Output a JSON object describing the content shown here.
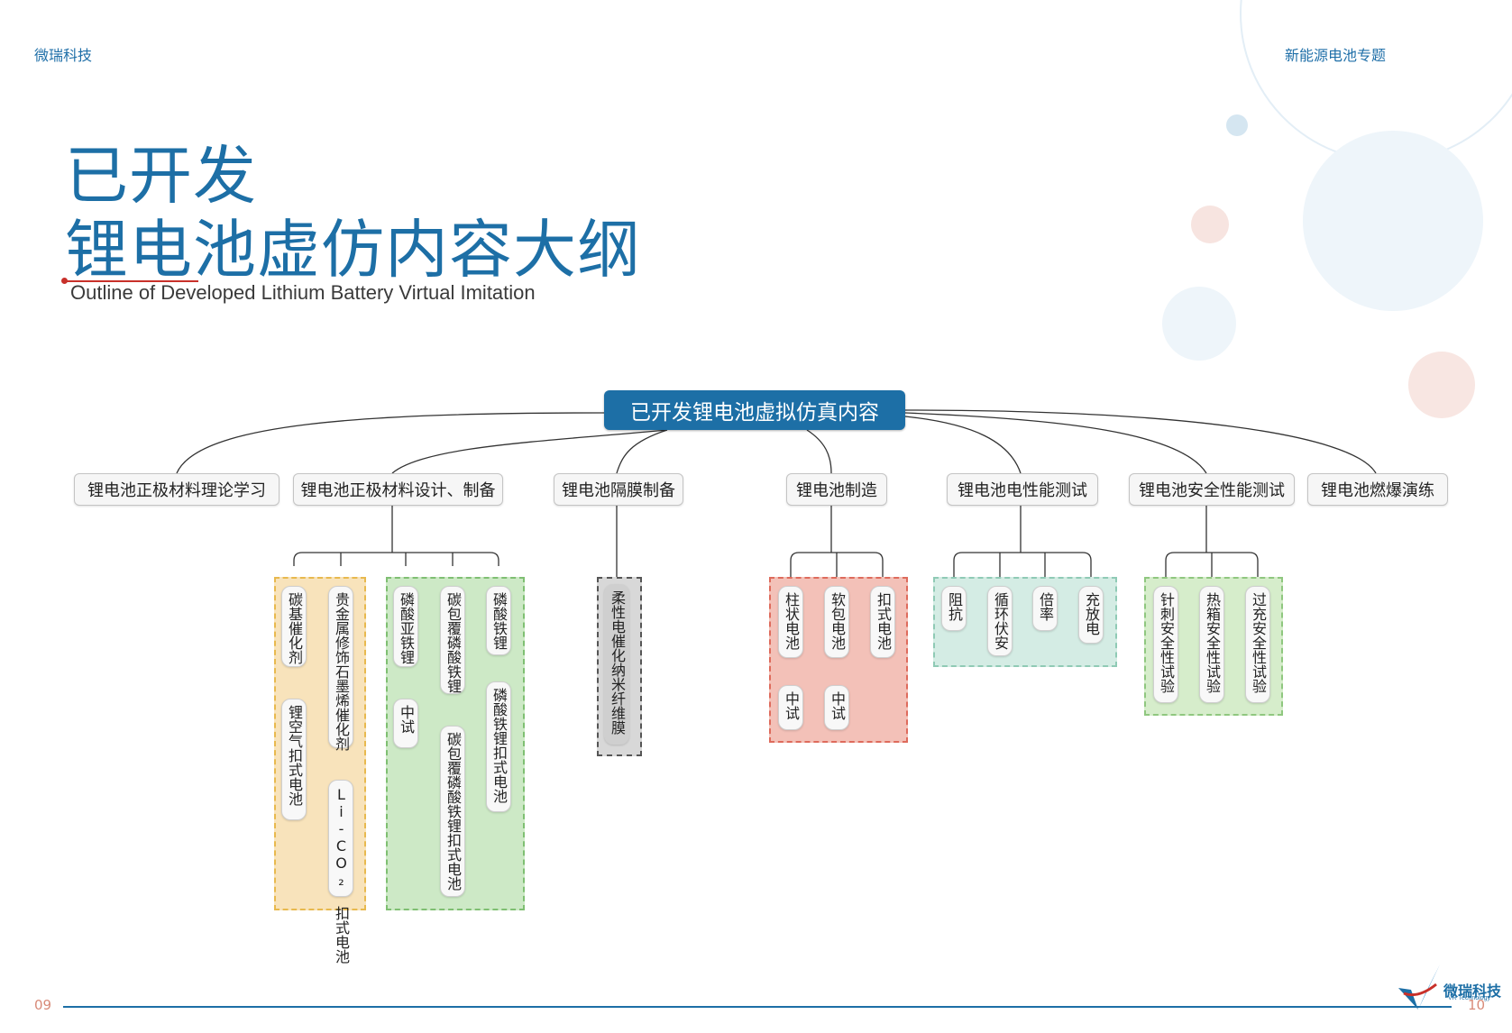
{
  "header": {
    "brand": "微瑞科技",
    "topic": "新能源电池专题"
  },
  "title": {
    "line1": "已开发",
    "line2": "锂电池虚仿内容大纲",
    "subtitle": "Outline of Developed Lithium Battery Virtual Imitation"
  },
  "diagram": {
    "root": "已开发锂电池虚拟仿真内容",
    "categories": [
      "锂电池正极材料理论学习",
      "锂电池正极材料设计、制备",
      "锂电池隔膜制备",
      "锂电池制造",
      "锂电池电性能测试",
      "锂电池安全性能测试",
      "锂电池燃爆演练"
    ],
    "leaves": {
      "c1": "碳基催化剂",
      "c1b": "锂空气扣式电池",
      "c2": "贵金属修饰石墨烯催化剂",
      "c2b": "Li-CO₂ 扣式电池",
      "c3": "磷酸亚铁锂",
      "c3b": "中试",
      "c4": "碳包覆磷酸铁锂",
      "c4b": "碳包覆磷酸铁锂扣式电池",
      "c5": "磷酸铁锂",
      "c5b": "磷酸铁锂扣式电池",
      "s1": "柔性电催化纳米纤维膜",
      "m1": "柱状电池",
      "m1b": "中试",
      "m2": "软包电池",
      "m2b": "中试",
      "m3": "扣式电池",
      "e1": "阻抗",
      "e2": "循环伏安",
      "e3": "倍率",
      "e4": "充放电",
      "f1": "针刺安全性试验",
      "f2": "热箱安全性试验",
      "f3": "过充安全性试验"
    },
    "group_colors": {
      "yellow": "#f8e3bb",
      "yellow_border": "#e8b94e",
      "green": "#cde9c6",
      "green_border": "#7fbf72",
      "gray": "#d8d8d8",
      "gray_border": "#555555",
      "red": "#f3c1b8",
      "red_border": "#de6b5c",
      "teal": "#d4ece4",
      "teal_border": "#8fcab5",
      "lime": "#d6edcb",
      "lime_border": "#8fc77f"
    }
  },
  "footer": {
    "page_left": "09",
    "page_right": "10",
    "logo_name": "微瑞科技",
    "logo_sub": "VR Technology"
  }
}
